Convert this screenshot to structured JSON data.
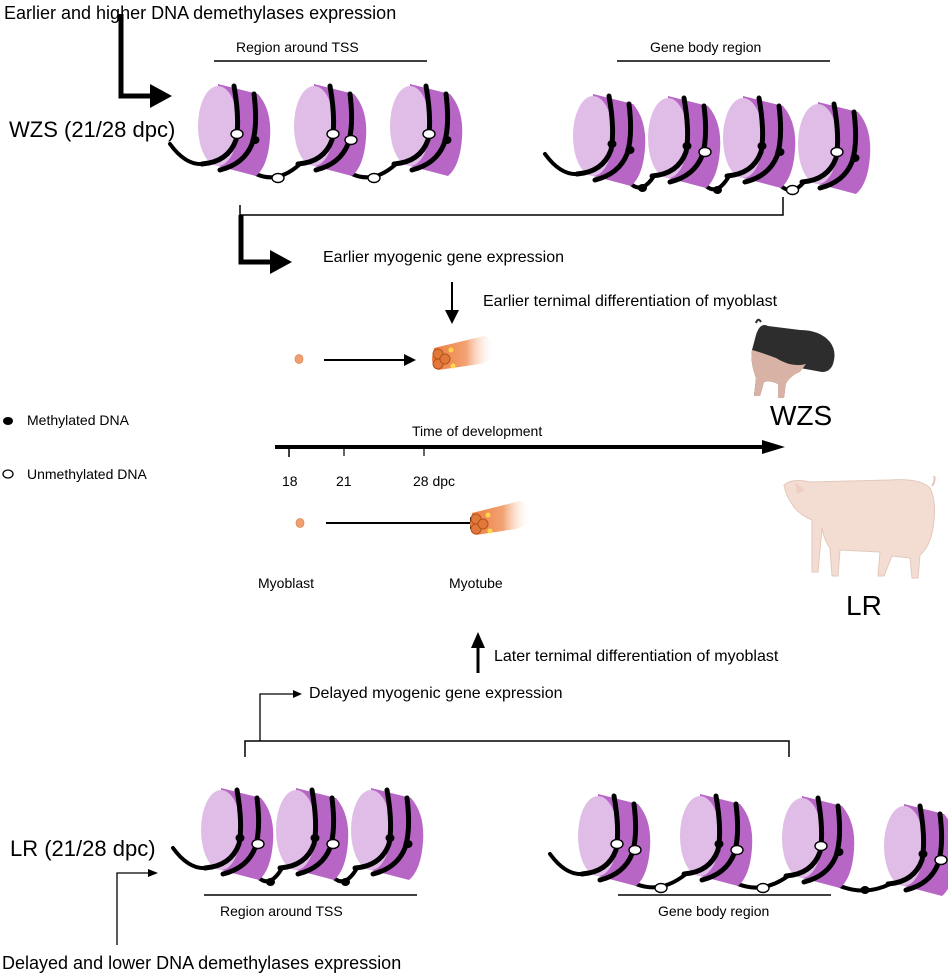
{
  "colors": {
    "nucleosome_face": "#e0bde6",
    "nucleosome_side": "#b766c6",
    "dna": "#000000",
    "myoblast": "#f0a070",
    "myotube": "#ef8a4a",
    "wzs_pig_body": "#2a2a2a",
    "lr_pig_body": "#f3ddd2"
  },
  "legend": {
    "methylated": "Methylated DNA",
    "unmethylated": "Unmethylated DNA"
  },
  "wzs": {
    "label": "WZS (21/28 dpc)",
    "demethylase_text": "Earlier and higher DNA demethylases expression",
    "tss_label": "Region around TSS",
    "gene_body_label": "Gene body region",
    "gene_expression_text": "Earlier myogenic gene expression",
    "differentiation_text": "Earlier ternimal differentiation of myoblast",
    "pig_label": "WZS",
    "tss_nucleosomes": [
      {
        "marks": [
          "unmethylated",
          "methylated"
        ]
      },
      {
        "marks": [
          "unmethylated",
          "unmethylated"
        ]
      },
      {
        "marks": [
          "unmethylated",
          "methylated"
        ]
      }
    ],
    "tss_linkers": [
      "unmethylated",
      "unmethylated"
    ],
    "gene_body_nucleosomes": [
      {
        "marks": [
          "methylated",
          "methylated"
        ]
      },
      {
        "marks": [
          "methylated",
          "unmethylated"
        ]
      },
      {
        "marks": [
          "methylated",
          "methylated"
        ]
      },
      {
        "marks": [
          "unmethylated",
          "methylated"
        ]
      }
    ],
    "gene_body_linkers": [
      "methylated",
      "methylated",
      "unmethylated"
    ]
  },
  "timeline": {
    "title": "Time of development",
    "ticks": [
      "18",
      "21",
      "28 dpc"
    ],
    "myoblast_label": "Myoblast",
    "myotube_label": "Myotube"
  },
  "lr": {
    "label": "LR (21/28 dpc)",
    "demethylase_text": "Delayed and lower DNA demethylases expression",
    "tss_label": "Region around TSS",
    "gene_body_label": "Gene body region",
    "gene_expression_text": "Delayed myogenic gene expression",
    "differentiation_text": "Later ternimal differentiation of myoblast",
    "pig_label": "LR",
    "tss_nucleosomes": [
      {
        "marks": [
          "methylated",
          "unmethylated"
        ]
      },
      {
        "marks": [
          "methylated",
          "unmethylated"
        ]
      },
      {
        "marks": [
          "methylated",
          "methylated"
        ]
      }
    ],
    "tss_linkers": [
      "methylated",
      "methylated"
    ],
    "gene_body_nucleosomes": [
      {
        "marks": [
          "unmethylated",
          "unmethylated"
        ]
      },
      {
        "marks": [
          "methylated",
          "unmethylated"
        ]
      },
      {
        "marks": [
          "unmethylated",
          "methylated"
        ]
      },
      {
        "marks": [
          "methylated",
          "unmethylated"
        ]
      }
    ],
    "gene_body_linkers": [
      "unmethylated",
      "unmethylated",
      "methylated"
    ]
  }
}
